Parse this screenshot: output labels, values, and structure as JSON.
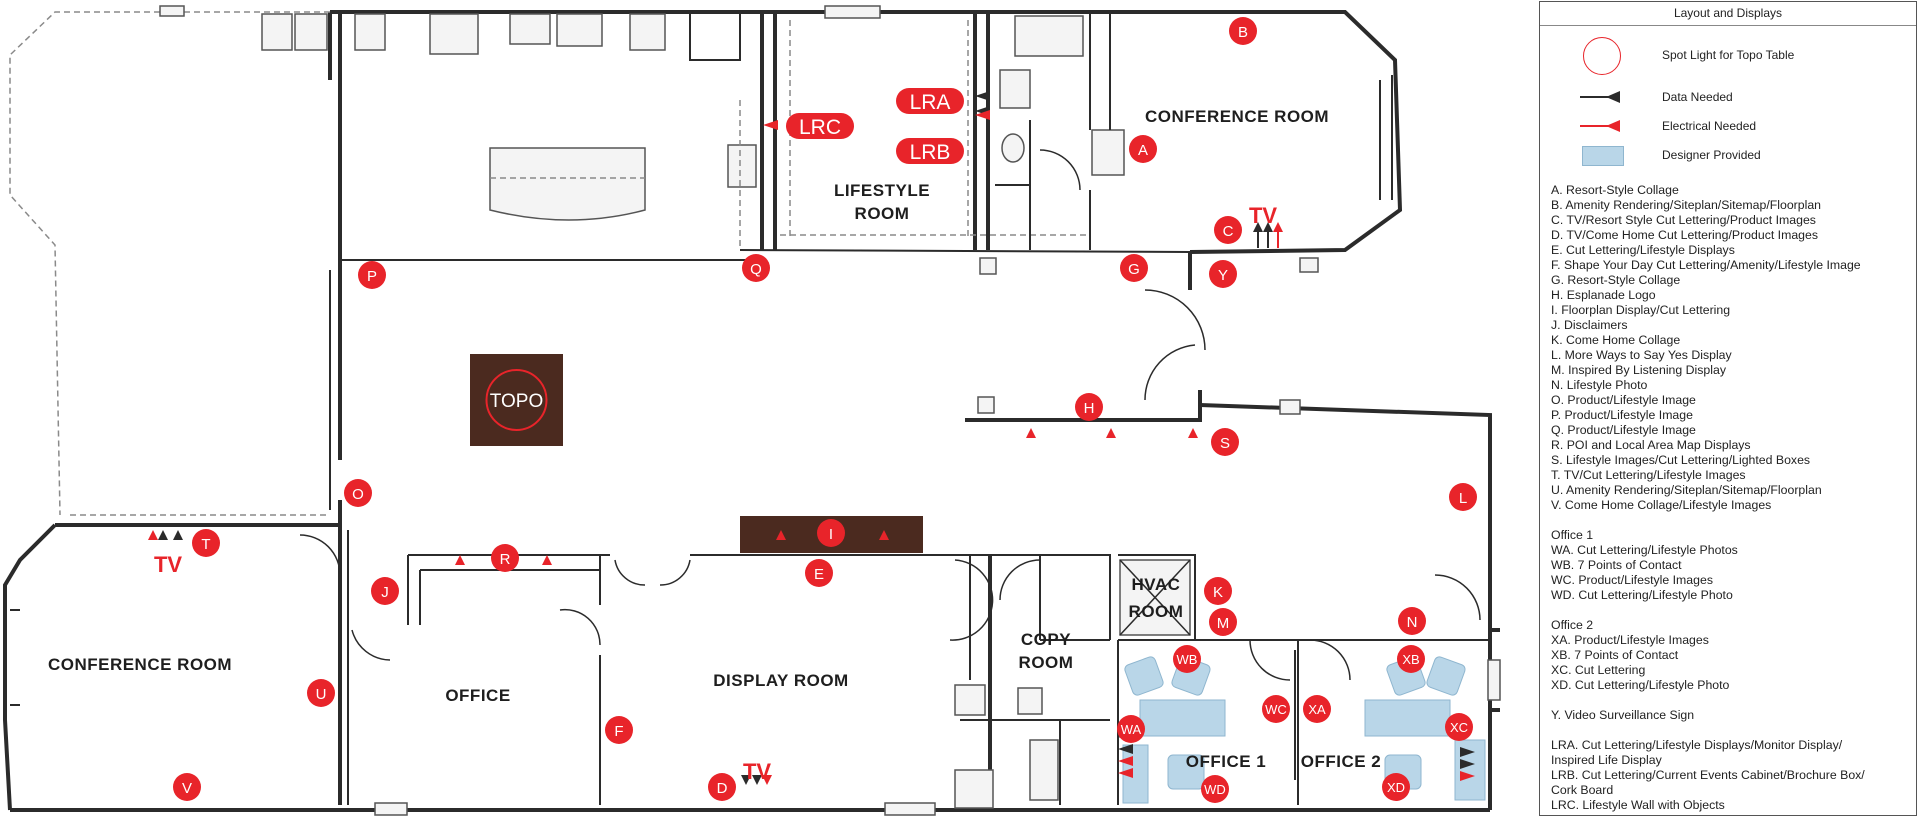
{
  "rooms": {
    "conference_room_right": "CONFERENCE ROOM",
    "lifestyle_room_line1": "LIFESTYLE",
    "lifestyle_room_line2": "ROOM",
    "conference_room_left": "CONFERENCE ROOM",
    "office": "OFFICE",
    "display_room": "DISPLAY ROOM",
    "copy_room_line1": "COPY",
    "copy_room_line2": "ROOM",
    "hvac_room_line1": "HVAC",
    "hvac_room_line2": "ROOM",
    "office_1": "OFFICE 1",
    "office_2": "OFFICE 2"
  },
  "markers": {
    "a": "A",
    "b": "B",
    "c": "C",
    "d": "D",
    "e": "E",
    "f": "F",
    "g": "G",
    "h": "H",
    "i": "I",
    "j": "J",
    "k": "K",
    "l": "L",
    "m": "M",
    "n": "N",
    "o": "O",
    "p": "P",
    "q": "Q",
    "r": "R",
    "s": "S",
    "t": "T",
    "u": "U",
    "v": "V",
    "y": "Y",
    "wa": "WA",
    "wb": "WB",
    "wc": "WC",
    "wd": "WD",
    "xa": "XA",
    "xb": "XB",
    "xc": "XC",
    "xd": "XD",
    "lra": "LRA",
    "lrb": "LRB",
    "lrc": "LRC"
  },
  "tv_label": "TV",
  "topo_label": "TOPO",
  "colors": {
    "marker_red": "#e8242a",
    "topo_brown": "#4b2a1f",
    "designer_blue": "#b9d6e8",
    "wall": "#2b2b2b"
  },
  "legend": {
    "title": "Layout and Displays",
    "key": {
      "spot_light": "Spot Light for Topo Table",
      "data_needed": "Data Needed",
      "electrical_needed": "Electrical Needed",
      "designer_provided": "Designer Provided"
    },
    "displays": [
      "A. Resort-Style Collage",
      "B. Amenity Rendering/Siteplan/Sitemap/Floorplan",
      "C. TV/Resort Style Cut Lettering/Product Images",
      "D. TV/Come Home Cut Lettering/Product Images",
      "E. Cut Lettering/Lifestyle Displays",
      "F. Shape Your Day Cut Lettering/Amenity/Lifestyle Image",
      "G. Resort-Style Collage",
      "H. Esplanade Logo",
      "I. Floorplan Display/Cut Lettering",
      "J. Disclaimers",
      "K. Come Home Collage",
      "L. More Ways to Say Yes Display",
      "M. Inspired By Listening Display",
      "N. Lifestyle Photo",
      "O. Product/Lifestyle Image",
      "P. Product/Lifestyle Image",
      "Q. Product/Lifestyle Image",
      "R. POI and Local Area Map Displays",
      "S. Lifestyle Images/Cut Lettering/Lighted Boxes",
      "T. TV/Cut Lettering/Lifestyle Images",
      "U. Amenity Rendering/Siteplan/Sitemap/Floorplan",
      "V. Come Home Collage/Lifestyle Images"
    ],
    "office1_title": "Office 1",
    "office1": [
      "WA. Cut Lettering/Lifestyle Photos",
      "WB. 7 Points of Contact",
      "WC. Product/Lifestyle Images",
      "WD. Cut Lettering/Lifestyle Photo"
    ],
    "office2_title": "Office 2",
    "office2": [
      "XA. Product/Lifestyle Images",
      "XB. 7 Points of Contact",
      "XC. Cut Lettering",
      "XD. Cut Lettering/Lifestyle Photo"
    ],
    "y_item": "Y. Video Surveillance Sign",
    "lifestyle_room": [
      "LRA. Cut Lettering/Lifestyle Displays/Monitor Display/",
      "Inspired Life Display",
      "LRB. Cut Lettering/Current Events Cabinet/Brochure Box/",
      "Cork Board",
      "LRC. Lifestyle Wall with Objects"
    ]
  }
}
